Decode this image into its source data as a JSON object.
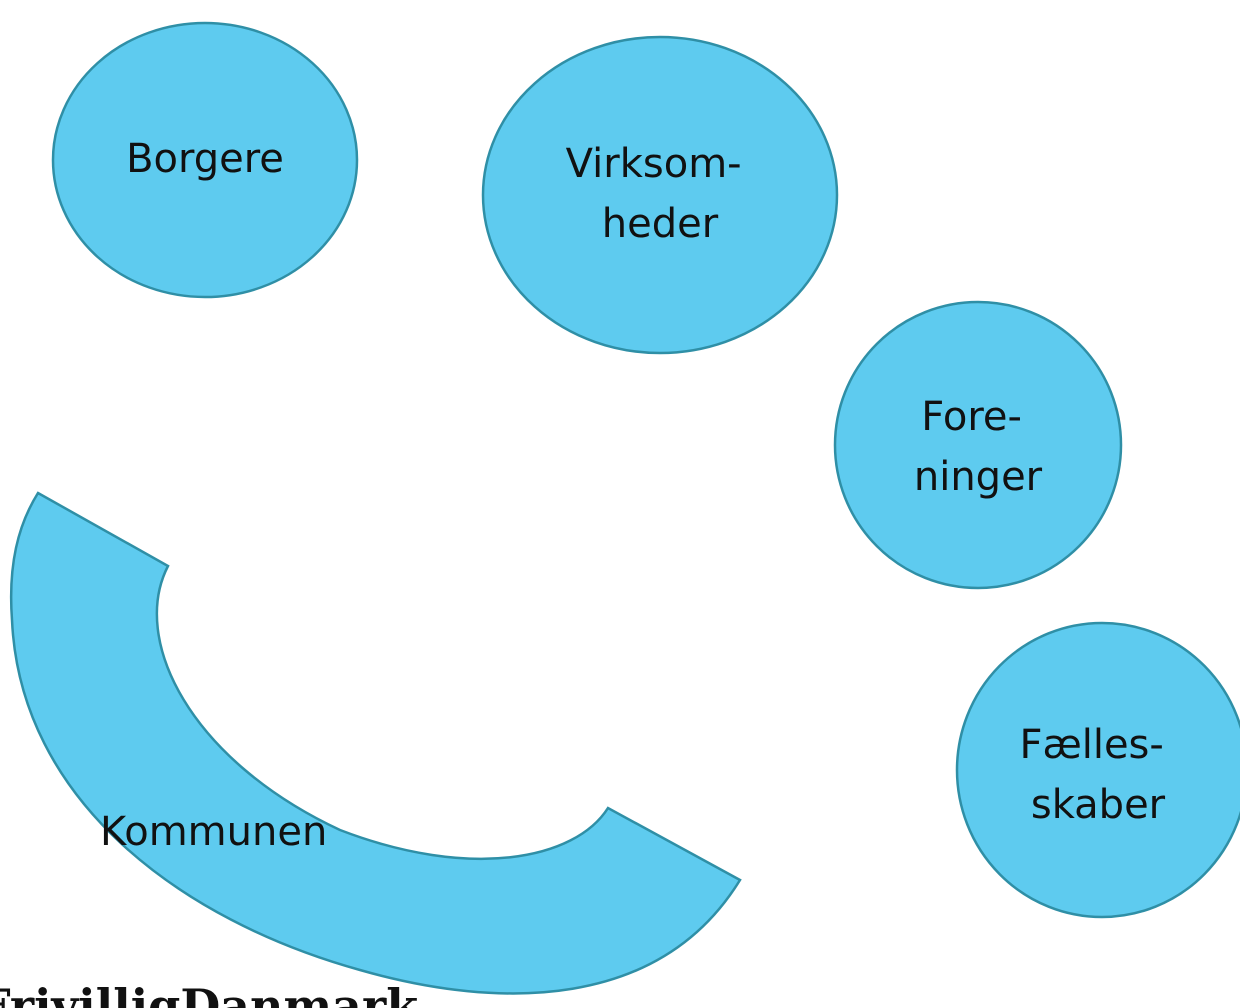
{
  "colors": {
    "fill": "#5ECBEF",
    "stroke": "#2F8FA6",
    "text": "#111111",
    "logo": "#111111"
  },
  "bubbles": [
    {
      "id": "borgere",
      "lines": [
        "Borgere"
      ]
    },
    {
      "id": "virksomheder",
      "lines": [
        "Virksom-",
        "heder"
      ]
    },
    {
      "id": "foreninger",
      "lines": [
        "Fore-",
        "ninger"
      ]
    },
    {
      "id": "faellesskaber",
      "lines": [
        "Fælles-",
        "skaber"
      ]
    }
  ],
  "arc": {
    "label": "Kommunen"
  },
  "logo": {
    "text": "FrivilligDanmark"
  }
}
